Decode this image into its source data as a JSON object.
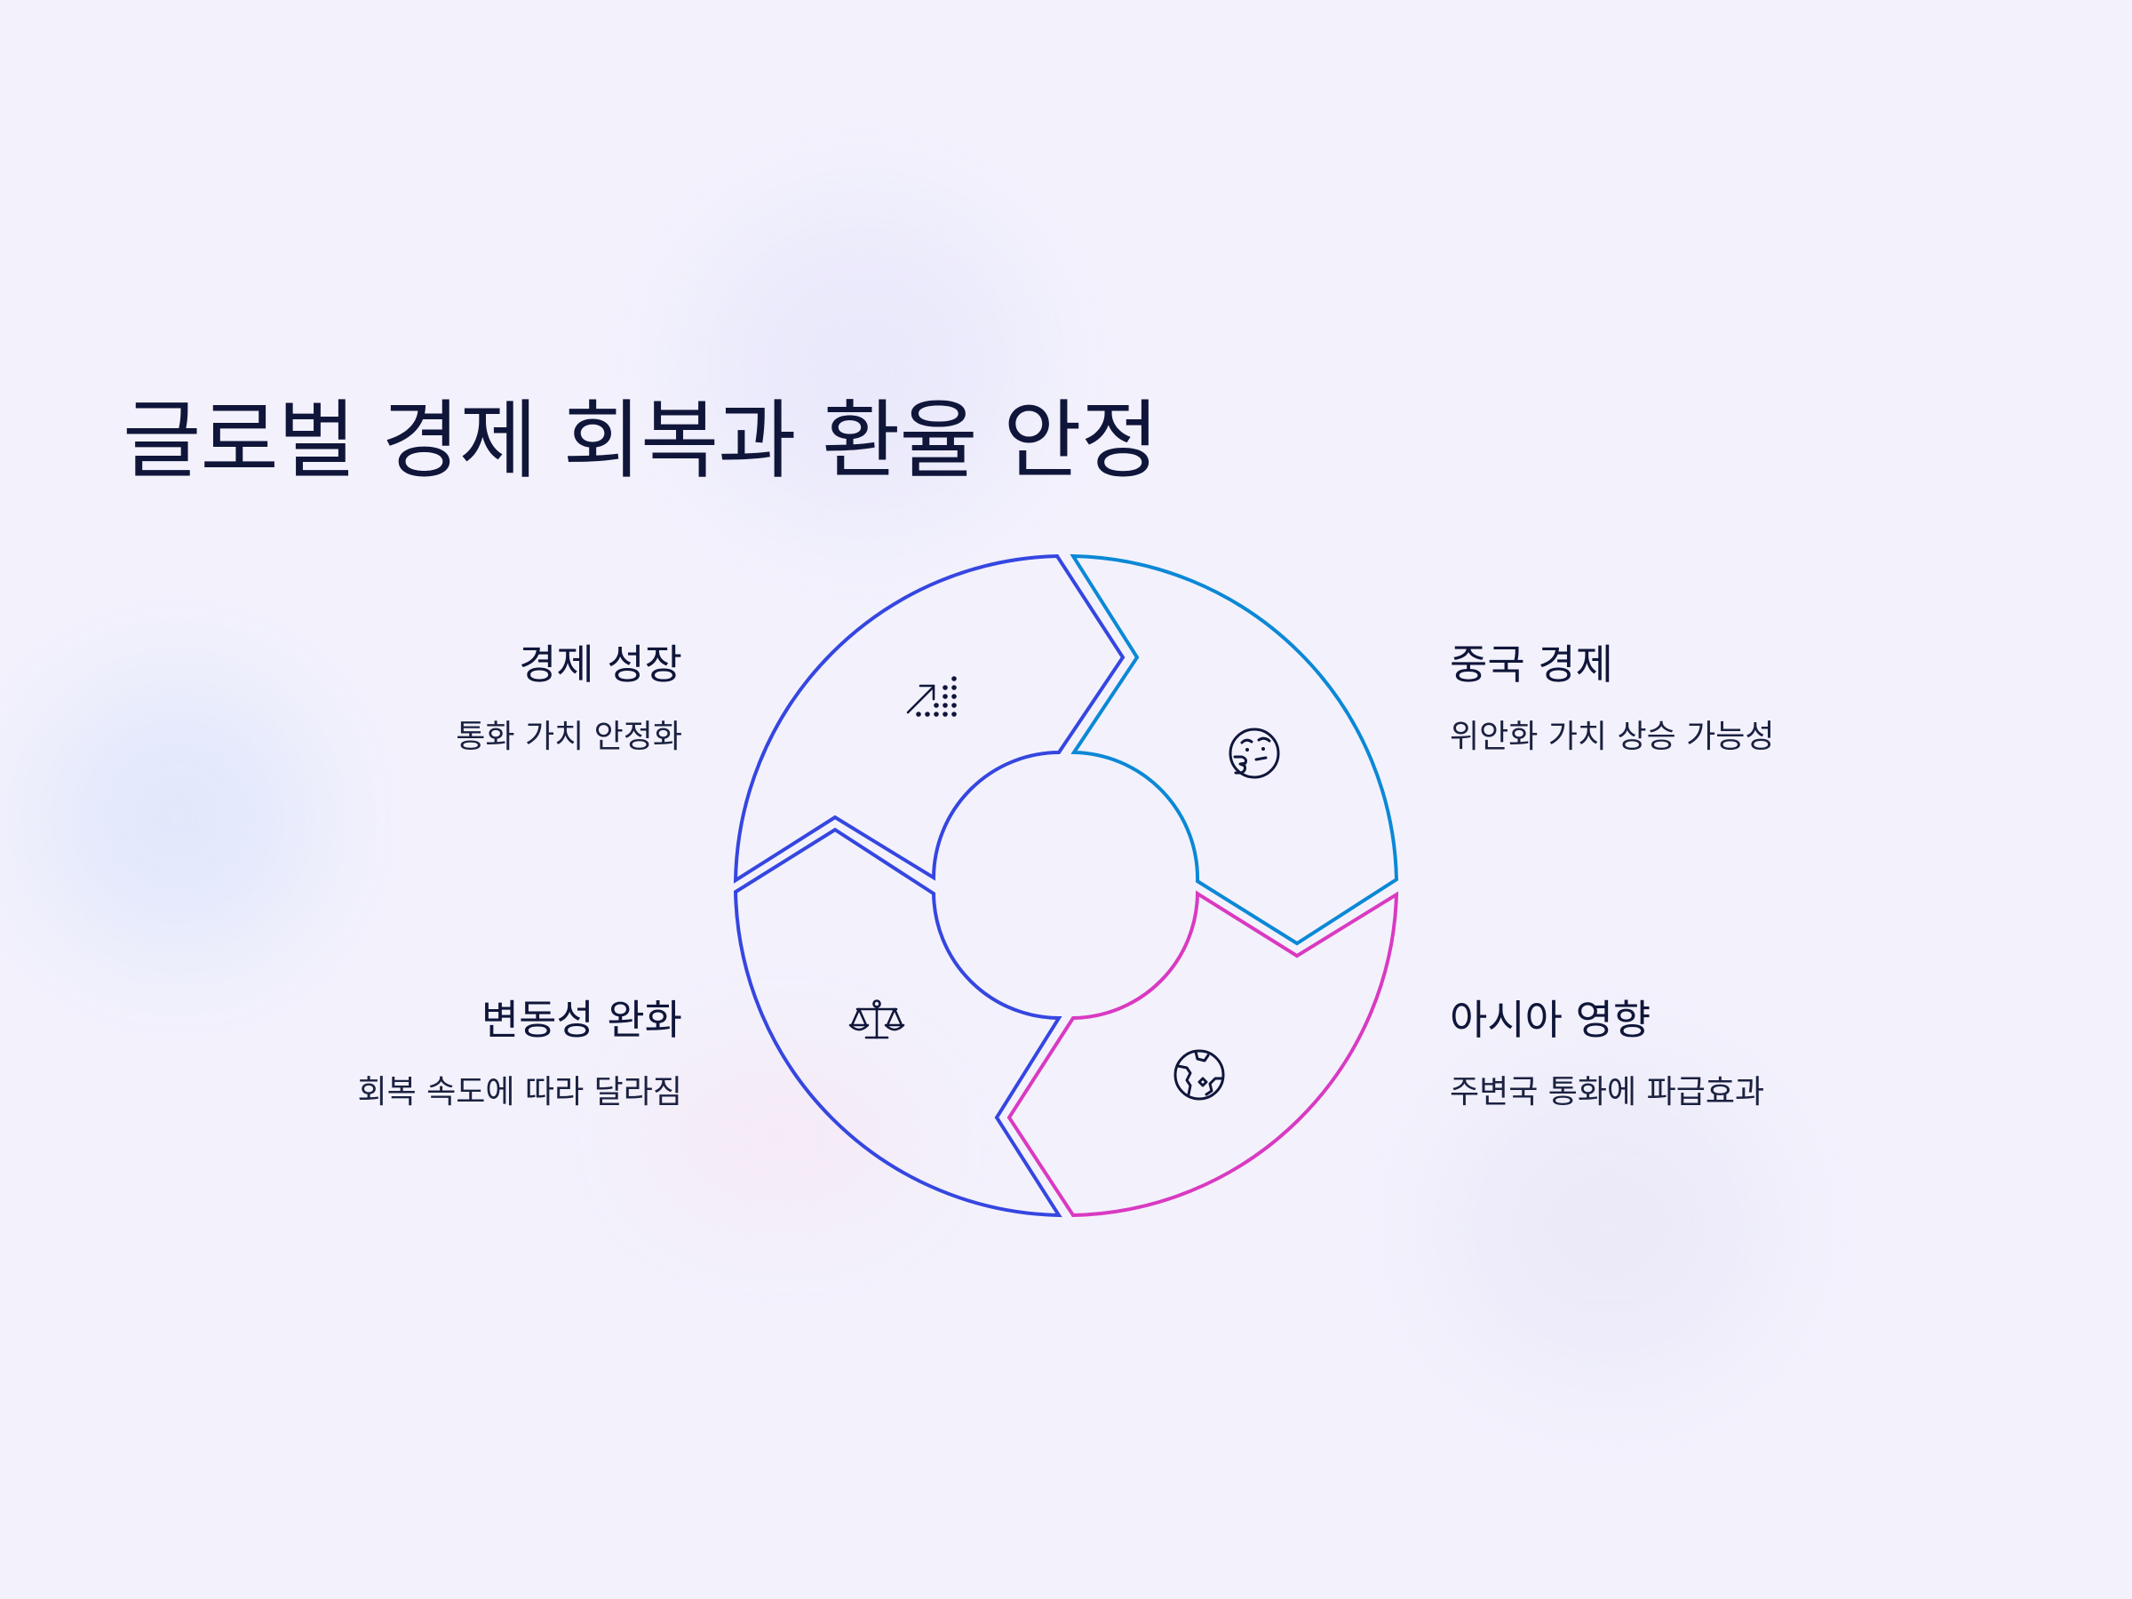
{
  "title": "글로벌 경제 회복과 환율 안정",
  "steps": [
    {
      "title": "경제 성장",
      "subtitle": "통화 가치 안정화",
      "icon": "growth-chart-icon",
      "color": "#3546e0"
    },
    {
      "title": "중국 경제",
      "subtitle": "위안화 가치 상승 가능성",
      "icon": "thinking-face-icon",
      "color": "#0b88d6"
    },
    {
      "title": "아시아 영향",
      "subtitle": "주변국 통화에 파급효과",
      "icon": "globe-icon",
      "color": "#d93ac2"
    },
    {
      "title": "변동성 완화",
      "subtitle": "회복 속도에 따라 달라짐",
      "icon": "balance-scale-icon",
      "color": "#3546e0"
    }
  ]
}
